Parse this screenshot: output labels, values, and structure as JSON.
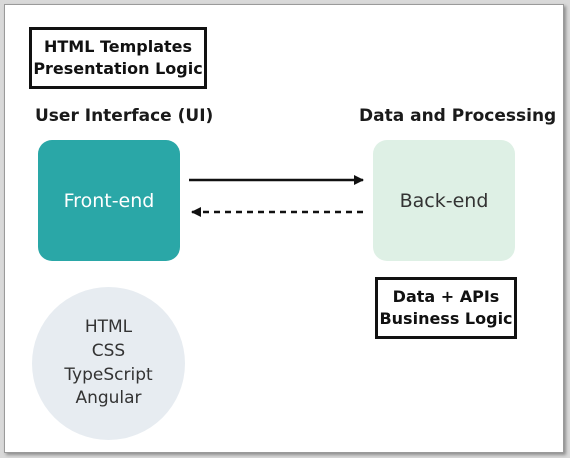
{
  "top_left_box": {
    "line1": "HTML Templates",
    "line2": "Presentation Logic"
  },
  "left_heading": "User Interface (UI)",
  "right_heading": "Data and Processing",
  "frontend_label": "Front-end",
  "backend_label": "Back-end",
  "tech_stack": [
    "HTML",
    "CSS",
    "TypeScript",
    "Angular"
  ],
  "bottom_right_box": {
    "line1": "Data + APIs",
    "line2": "Business Logic"
  },
  "colors": {
    "frontend": "#2aa7a7",
    "backend": "#def0e5",
    "circle": "#e7ecf1",
    "border": "#111111"
  }
}
